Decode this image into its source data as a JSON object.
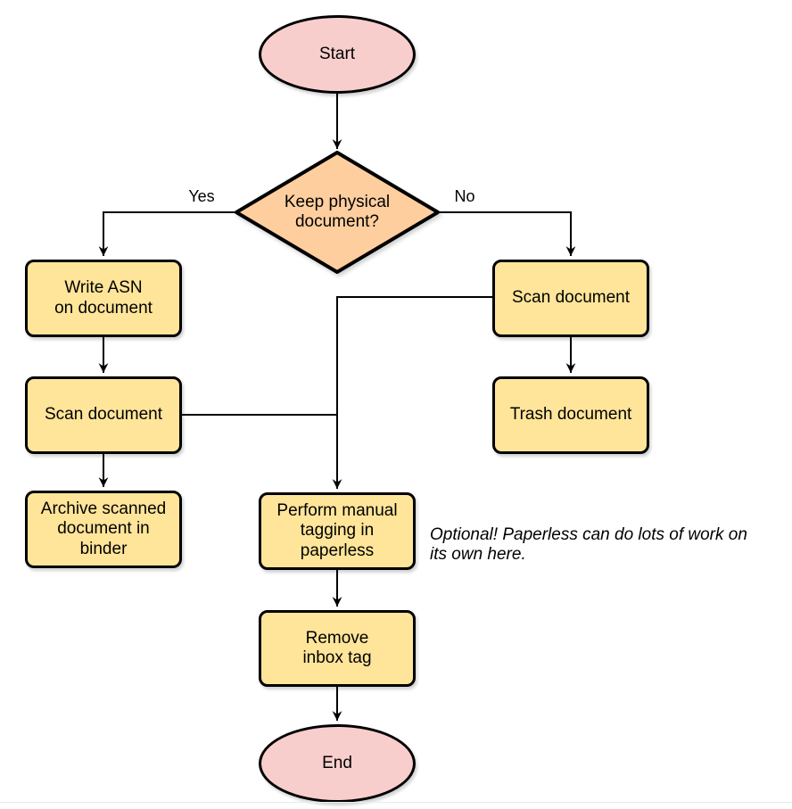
{
  "diagram": {
    "nodes": {
      "start": {
        "label": "Start",
        "type": "terminal"
      },
      "decision": {
        "label": "Keep physical\ndocument?",
        "type": "decision"
      },
      "write_asn": {
        "label": "Write ASN\non document",
        "type": "process"
      },
      "scan_left": {
        "label": "Scan document",
        "type": "process"
      },
      "archive": {
        "label": "Archive scanned\ndocument in\nbinder",
        "type": "process"
      },
      "scan_right": {
        "label": "Scan document",
        "type": "process"
      },
      "trash": {
        "label": "Trash document",
        "type": "process"
      },
      "tagging": {
        "label": "Perform manual\ntagging in\npaperless",
        "type": "process"
      },
      "remove_inbox": {
        "label": "Remove\ninbox tag",
        "type": "process"
      },
      "end": {
        "label": "End",
        "type": "terminal"
      }
    },
    "edge_labels": {
      "yes": "Yes",
      "no": "No"
    },
    "note": "Optional! Paperless can do lots of work on\nits own here.",
    "colors": {
      "terminal_fill": "#f8cecc",
      "decision_fill": "#ffce9f",
      "process_fill": "#ffe599",
      "stroke": "#000000"
    }
  }
}
